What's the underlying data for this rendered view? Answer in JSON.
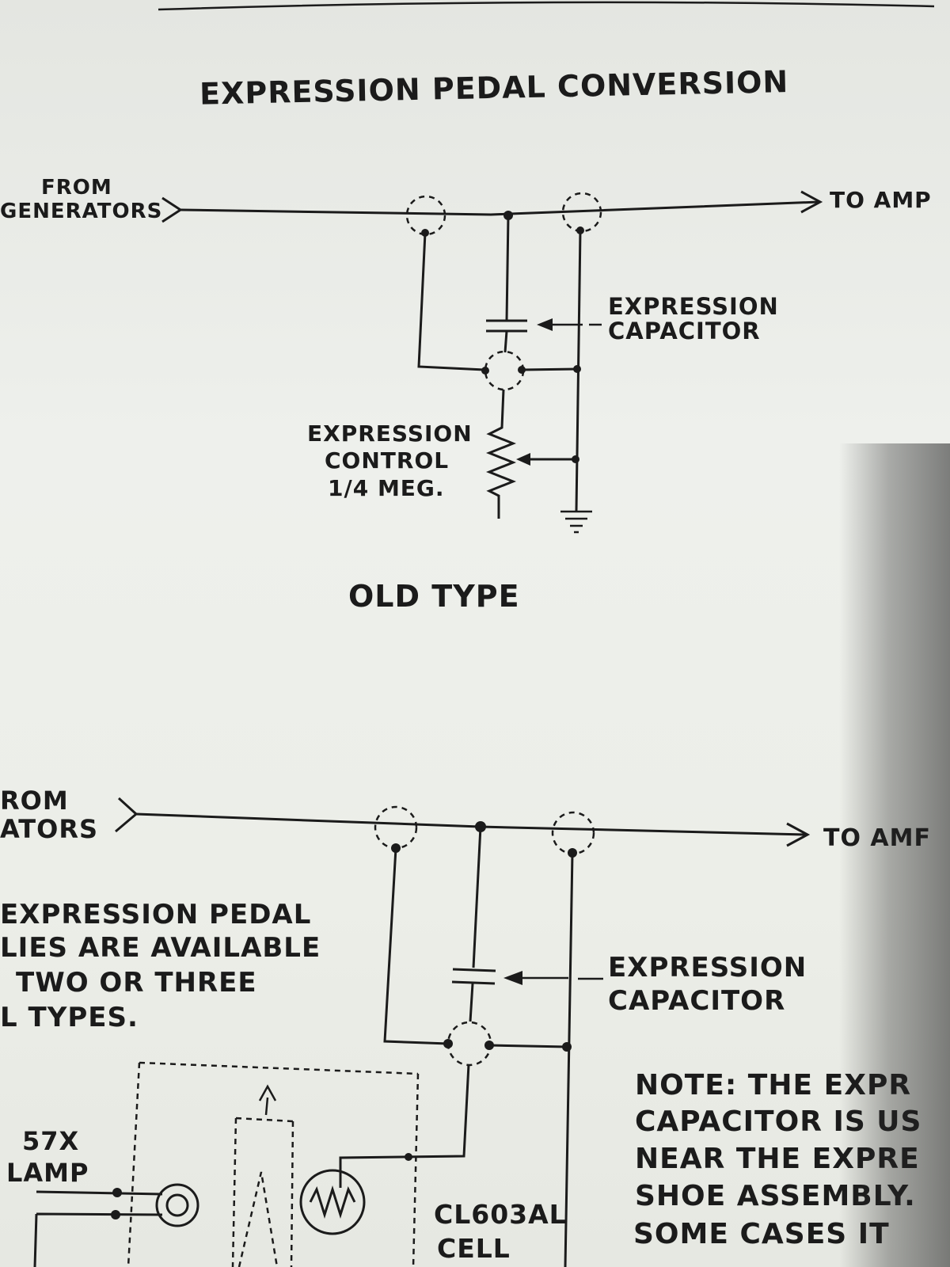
{
  "title": "EXPRESSION PEDAL CONVERSION",
  "old_type": {
    "from_label_line1": "FROM",
    "from_label_line2": "GENERATORS",
    "to_label": "TO AMP",
    "capacitor_label_line1": "EXPRESSION",
    "capacitor_label_line2": "CAPACITOR",
    "control_label_line1": "EXPRESSION",
    "control_label_line2": "CONTROL",
    "control_label_line3": "1/4 MEG.",
    "caption": "OLD TYPE"
  },
  "new_type": {
    "from_label_line1": "ROM",
    "from_label_line2": "ATORS",
    "to_label": "TO AMF",
    "capacitor_label_line1": "EXPRESSION",
    "capacitor_label_line2": "CAPACITOR",
    "assemblies_line1": "EXPRESSION PEDAL",
    "assemblies_line2": "LIES ARE AVAILABLE",
    "assemblies_line3": "TWO OR THREE",
    "assemblies_line4": "L TYPES.",
    "lamp_label_line1": "57X",
    "lamp_label_line2": "LAMP",
    "cell_label_line1": "CL603AL",
    "cell_label_line2": "CELL",
    "note_line1": "NOTE: THE EXPR",
    "note_line2": "CAPACITOR IS US",
    "note_line3": "NEAR THE EXPRE",
    "note_line4": "SHOE ASSEMBLY.",
    "note_line5": "SOME CASES IT"
  },
  "colors": {
    "paper": "#eceee9",
    "ink": "#1b1b1b",
    "shadow": "#3a3a3a"
  }
}
